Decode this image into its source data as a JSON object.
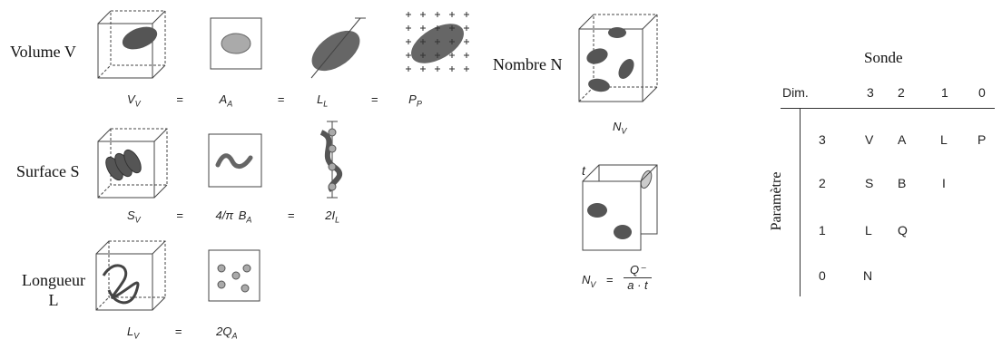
{
  "rows": [
    {
      "label": "Volume  V",
      "eq": [
        "V",
        "V",
        "=",
        "A",
        "A",
        "=",
        "L",
        "L",
        "=",
        "P",
        "P"
      ]
    },
    {
      "label": "Surface S",
      "eq": [
        "S",
        "V",
        "=",
        "4/π",
        "B",
        "A",
        "=",
        "2I",
        "L"
      ]
    },
    {
      "label": "Longueur L",
      "eq": [
        "L",
        "V",
        "=",
        "2Q",
        "A"
      ]
    }
  ],
  "nombre": {
    "label": "Nombre N",
    "nv": "N",
    "nv_sub": "V",
    "t_label": "t",
    "formula_lhs": "N",
    "formula_sub": "V",
    "numerator": "Q⁻",
    "denominator": "a · t"
  },
  "table": {
    "title": "Sonde",
    "row_axis": "Paramètre",
    "corner": "Dim.",
    "columns": [
      "3",
      "2",
      "1",
      "0"
    ],
    "rows": [
      {
        "dim": "3",
        "cells": [
          "V",
          "A",
          "L",
          "P"
        ]
      },
      {
        "dim": "2",
        "cells": [
          "S",
          "B",
          "I",
          ""
        ]
      },
      {
        "dim": "1",
        "cells": [
          "L",
          "Q",
          "",
          ""
        ]
      },
      {
        "dim": "0",
        "cells": [
          "N",
          "",
          "",
          ""
        ]
      }
    ]
  }
}
